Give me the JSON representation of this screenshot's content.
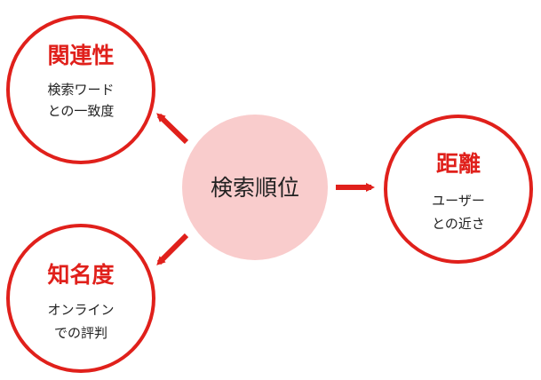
{
  "center": {
    "label": "検索順位",
    "fill": "#f9cccc"
  },
  "nodes": {
    "relevance": {
      "title": "関連性",
      "lines": [
        "検索ワード",
        "との一致度"
      ]
    },
    "distance": {
      "title": "距離",
      "lines": [
        "ユーザー",
        "との近さ"
      ]
    },
    "prominence": {
      "title": "知名度",
      "lines": [
        "オンライン",
        "での評判"
      ]
    }
  },
  "colors": {
    "accent": "#e0201b",
    "text": "#222222",
    "center_fill": "#f9cccc"
  },
  "edges": [
    {
      "from": "center",
      "to": "relevance"
    },
    {
      "from": "center",
      "to": "distance"
    },
    {
      "from": "center",
      "to": "prominence"
    }
  ]
}
